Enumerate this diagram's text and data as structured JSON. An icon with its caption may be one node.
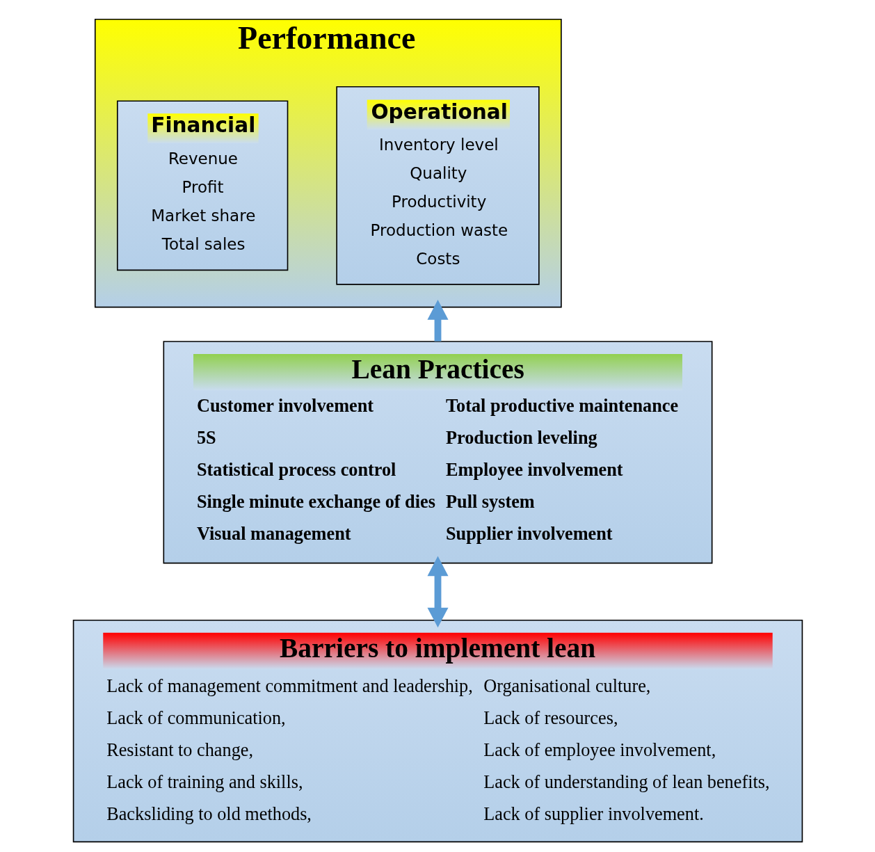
{
  "diagram": {
    "nodes": [
      {
        "text": [
          "Performance"
        ]
      },
      {
        "text": [
          "Operational",
          "Inventory level",
          "Quality",
          "Productivity",
          "Production waste",
          "Costs"
        ],
        "in": 0
      },
      {
        "text": [
          "Financial",
          "Revenue",
          "Profit",
          "Market share",
          "Total sales"
        ],
        "in": 0
      },
      {
        "text": [
          "Lean Practices",
          "Customer involvement",
          "5S",
          "Statistical process control",
          "Single minute exchange of dies",
          "Visual management",
          "Total productive maintenance",
          "Production leveling",
          "Employee involvement",
          "Pull system",
          "Supplier involvement"
        ]
      },
      {
        "text": [
          "Barriers to implement lean",
          "Lack of management commitment and leadership,",
          "Lack of communication,",
          "Resistant to change,",
          "Lack of training and skills,",
          "Backsliding to old methods,",
          "Organisational culture,",
          "Lack of resources,",
          "Lack of employee involvement,",
          "Lack of understanding of lean benefits,",
          "Lack of supplier involvement."
        ]
      }
    ],
    "edges": [
      {
        "from": 3,
        "to": 0,
        "arrow": "to"
      },
      {
        "from": 4,
        "to": 3,
        "arrow": "both"
      }
    ]
  }
}
